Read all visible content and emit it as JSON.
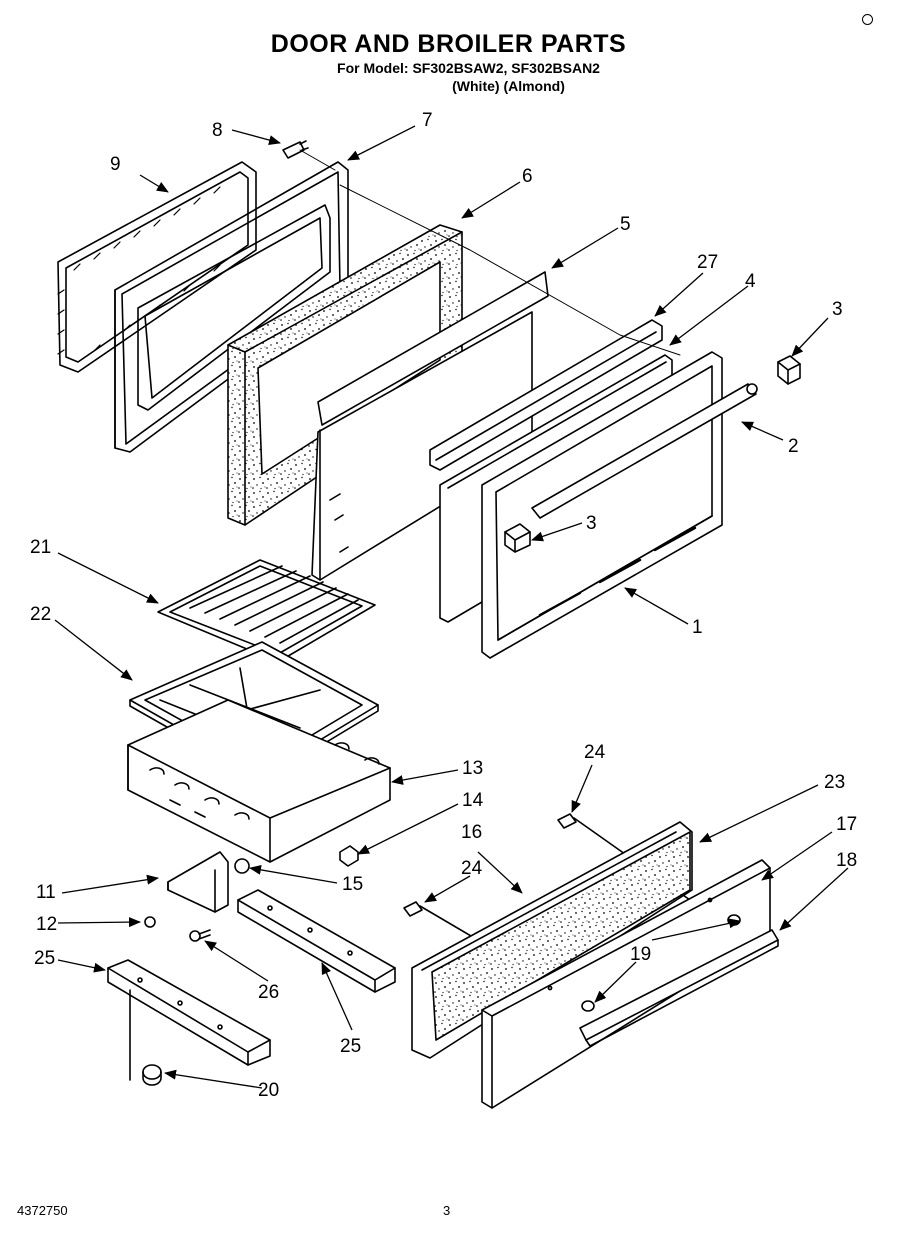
{
  "header": {
    "title": "DOOR AND BROILER PARTS",
    "model_line": "For Model: SF302BSAW2, SF302BSAN2",
    "variants_line": "(White)    (Almond)"
  },
  "footer": {
    "doc_number": "4372750",
    "page_number": "3"
  },
  "callouts": {
    "c1": "1",
    "c2": "2",
    "c3": "3",
    "c4": "4",
    "c5": "5",
    "c6": "6",
    "c7": "7",
    "c8": "8",
    "c9": "9",
    "c11": "11",
    "c12": "12",
    "c13": "13",
    "c14": "14",
    "c15": "15",
    "c16": "16",
    "c17": "17",
    "c18": "18",
    "c19": "19",
    "c20": "20",
    "c21": "21",
    "c22": "22",
    "c23": "23",
    "c24": "24",
    "c25": "25",
    "c26": "26",
    "c27": "27"
  }
}
